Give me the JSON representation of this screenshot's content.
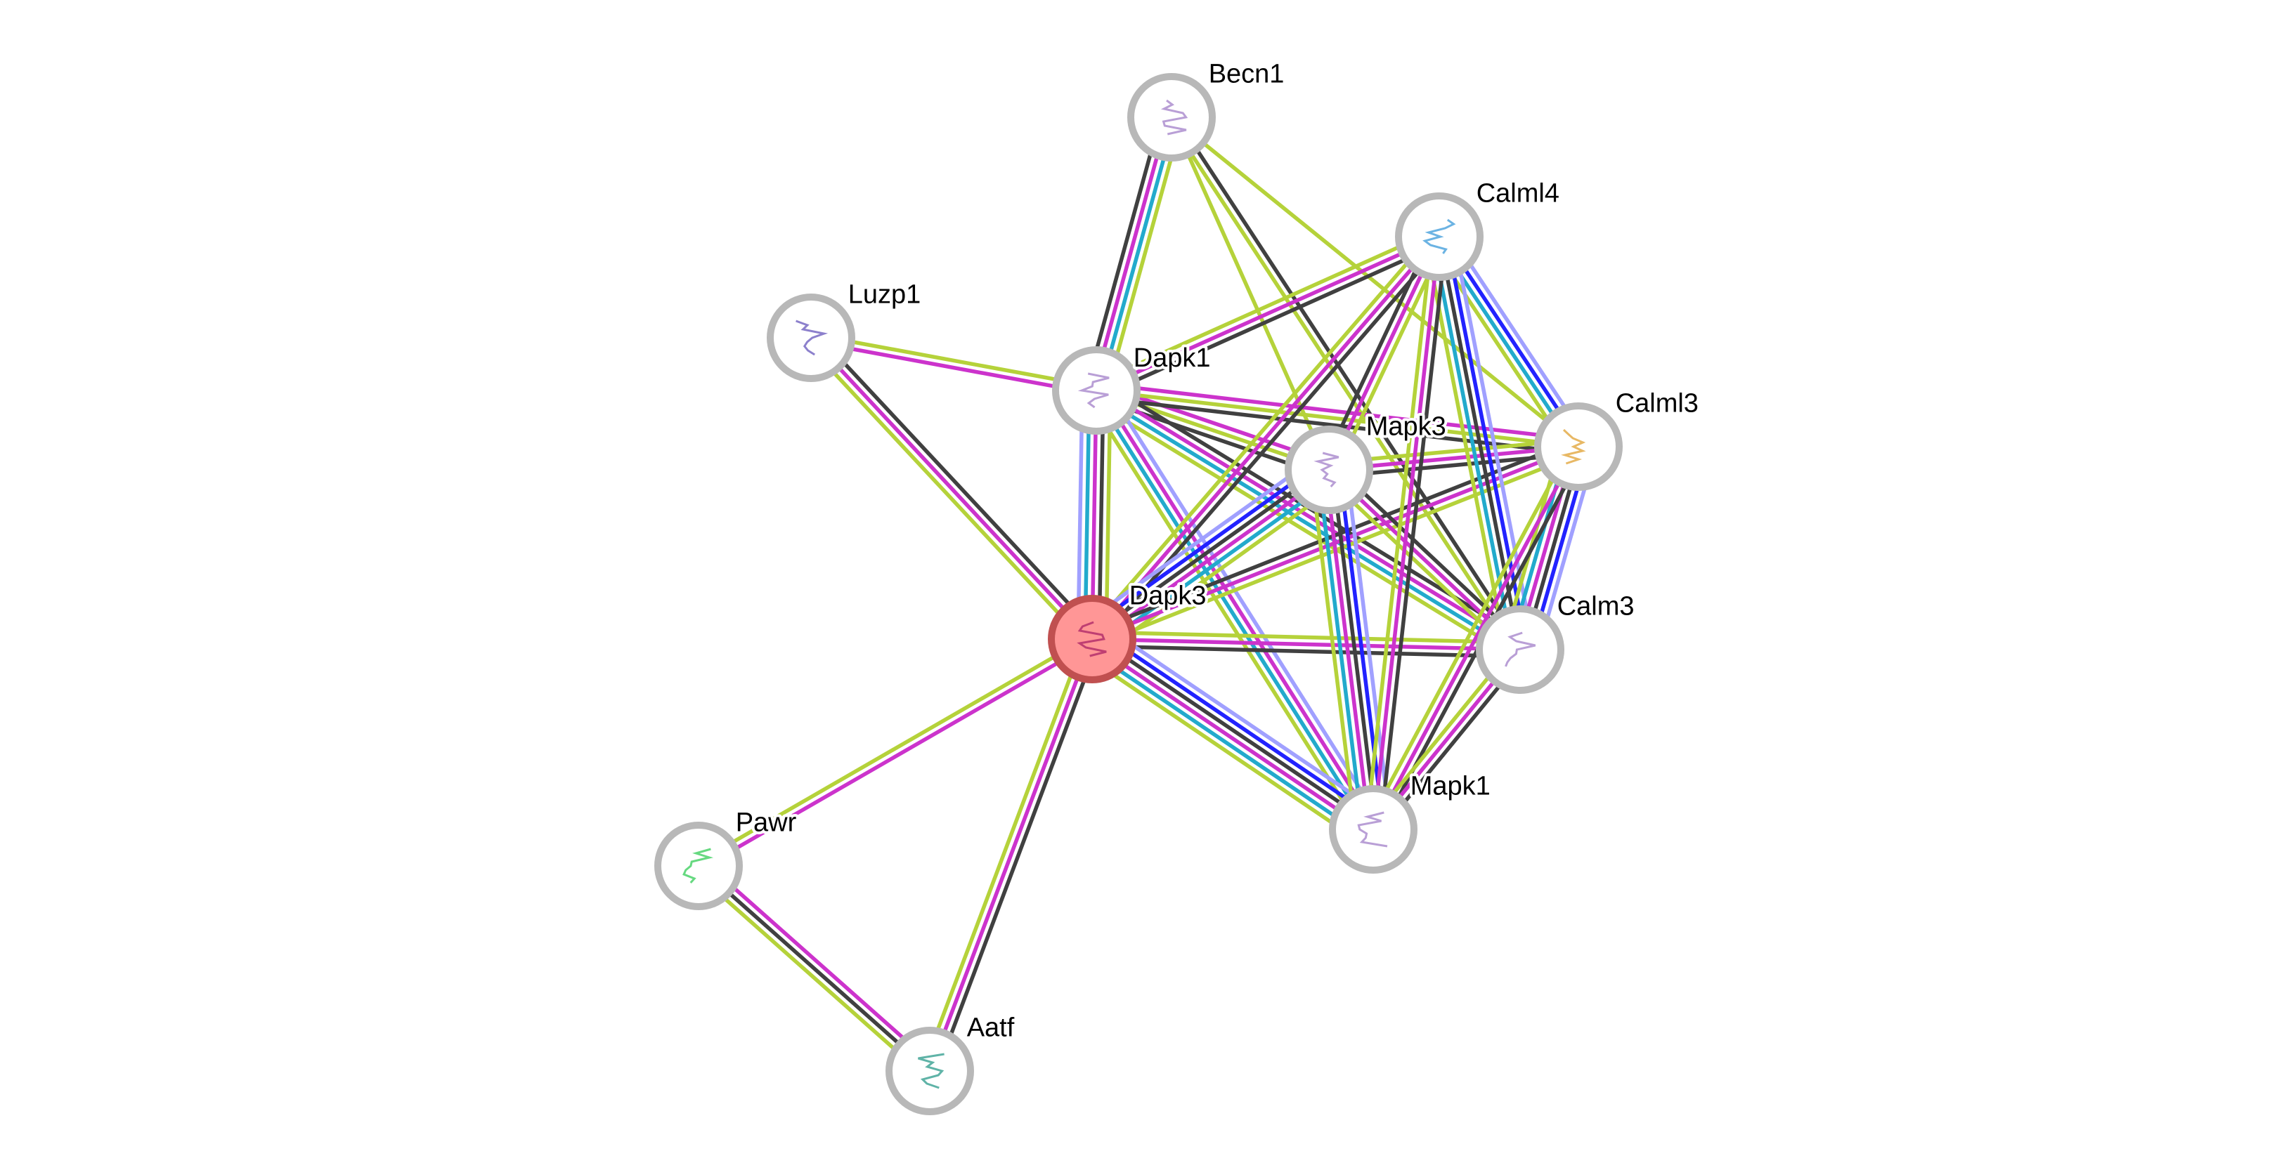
{
  "query_protein": "Dapk3",
  "evidence_colors": {
    "textmining": "#b5d23a",
    "experiments": "#cc33cc",
    "coexpression": "#404040",
    "databases": "#22aacc",
    "cooccurrence": "#2222ff",
    "homology": "#a0a0ff"
  },
  "nodes": [
    {
      "id": "Becn1",
      "label": "Becn1"
    },
    {
      "id": "Calml4",
      "label": "Calml4"
    },
    {
      "id": "Luzp1",
      "label": "Luzp1"
    },
    {
      "id": "Dapk1",
      "label": "Dapk1"
    },
    {
      "id": "Mapk3",
      "label": "Mapk3"
    },
    {
      "id": "Calml3",
      "label": "Calml3"
    },
    {
      "id": "Dapk3",
      "label": "Dapk3"
    },
    {
      "id": "Calm3",
      "label": "Calm3"
    },
    {
      "id": "Mapk1",
      "label": "Mapk1"
    },
    {
      "id": "Pawr",
      "label": "Pawr"
    },
    {
      "id": "Aatf",
      "label": "Aatf"
    }
  ],
  "edges": [
    {
      "a": "Dapk3",
      "b": "Luzp1",
      "ev": [
        "textmining",
        "experiments",
        "coexpression"
      ]
    },
    {
      "a": "Dapk1",
      "b": "Luzp1",
      "ev": [
        "experiments",
        "textmining"
      ]
    },
    {
      "a": "Dapk3",
      "b": "Pawr",
      "ev": [
        "experiments",
        "textmining"
      ]
    },
    {
      "a": "Pawr",
      "b": "Aatf",
      "ev": [
        "experiments",
        "coexpression",
        "textmining"
      ]
    },
    {
      "a": "Dapk3",
      "b": "Aatf",
      "ev": [
        "coexpression",
        "experiments",
        "textmining"
      ]
    },
    {
      "a": "Dapk3",
      "b": "Dapk1",
      "ev": [
        "homology",
        "databases",
        "experiments",
        "coexpression",
        "textmining"
      ]
    },
    {
      "a": "Becn1",
      "b": "Dapk1",
      "ev": [
        "textmining",
        "databases",
        "experiments",
        "coexpression"
      ]
    },
    {
      "a": "Becn1",
      "b": "Calm3",
      "ev": [
        "coexpression",
        "textmining"
      ]
    },
    {
      "a": "Becn1",
      "b": "Calml3",
      "ev": [
        "textmining"
      ]
    },
    {
      "a": "Becn1",
      "b": "Mapk3",
      "ev": [
        "textmining"
      ]
    },
    {
      "a": "Dapk1",
      "b": "Calml4",
      "ev": [
        "textmining",
        "experiments",
        "coexpression"
      ]
    },
    {
      "a": "Dapk1",
      "b": "Mapk3",
      "ev": [
        "experiments",
        "textmining",
        "coexpression"
      ]
    },
    {
      "a": "Dapk1",
      "b": "Calml3",
      "ev": [
        "experiments",
        "textmining",
        "coexpression"
      ]
    },
    {
      "a": "Dapk1",
      "b": "Calm3",
      "ev": [
        "coexpression",
        "experiments",
        "databases",
        "textmining"
      ]
    },
    {
      "a": "Dapk1",
      "b": "Mapk1",
      "ev": [
        "homology",
        "experiments",
        "databases",
        "textmining"
      ]
    },
    {
      "a": "Dapk3",
      "b": "Calml4",
      "ev": [
        "textmining",
        "experiments",
        "coexpression"
      ]
    },
    {
      "a": "Dapk3",
      "b": "Mapk3",
      "ev": [
        "homology",
        "cooccurrence",
        "coexpression",
        "experiments",
        "databases",
        "textmining"
      ]
    },
    {
      "a": "Dapk3",
      "b": "Calml3",
      "ev": [
        "coexpression",
        "experiments",
        "textmining"
      ]
    },
    {
      "a": "Dapk3",
      "b": "Calm3",
      "ev": [
        "textmining",
        "experiments",
        "coexpression"
      ]
    },
    {
      "a": "Dapk3",
      "b": "Mapk1",
      "ev": [
        "homology",
        "cooccurrence",
        "coexpression",
        "experiments",
        "databases",
        "textmining"
      ]
    },
    {
      "a": "Mapk3",
      "b": "Calml4",
      "ev": [
        "coexpression",
        "experiments",
        "textmining"
      ]
    },
    {
      "a": "Mapk3",
      "b": "Calml3",
      "ev": [
        "textmining",
        "experiments",
        "coexpression"
      ]
    },
    {
      "a": "Mapk3",
      "b": "Calm3",
      "ev": [
        "coexpression",
        "experiments",
        "textmining"
      ]
    },
    {
      "a": "Mapk3",
      "b": "Mapk1",
      "ev": [
        "homology",
        "cooccurrence",
        "coexpression",
        "experiments",
        "databases",
        "textmining"
      ]
    },
    {
      "a": "Calml4",
      "b": "Calml3",
      "ev": [
        "homology",
        "cooccurrence",
        "databases",
        "textmining"
      ]
    },
    {
      "a": "Calml4",
      "b": "Calm3",
      "ev": [
        "homology",
        "cooccurrence",
        "coexpression",
        "databases",
        "textmining"
      ]
    },
    {
      "a": "Calml4",
      "b": "Mapk1",
      "ev": [
        "coexpression",
        "experiments",
        "textmining"
      ]
    },
    {
      "a": "Calml3",
      "b": "Calm3",
      "ev": [
        "homology",
        "cooccurrence",
        "coexpression",
        "experiments",
        "databases",
        "textmining"
      ]
    },
    {
      "a": "Calml3",
      "b": "Mapk1",
      "ev": [
        "coexpression",
        "experiments",
        "textmining"
      ]
    },
    {
      "a": "Calm3",
      "b": "Mapk1",
      "ev": [
        "coexpression",
        "experiments",
        "textmining"
      ]
    }
  ]
}
